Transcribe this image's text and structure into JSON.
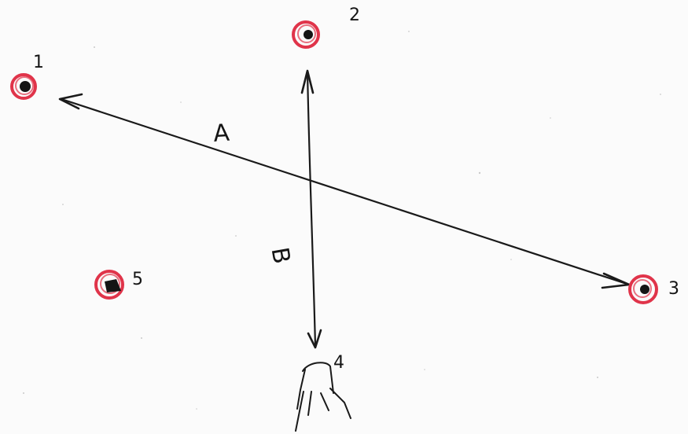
{
  "diagram": {
    "points": [
      {
        "id": "p1",
        "label": "1"
      },
      {
        "id": "p2",
        "label": "2"
      },
      {
        "id": "p3",
        "label": "3"
      },
      {
        "id": "p4",
        "label": "4"
      },
      {
        "id": "p5",
        "label": "5"
      }
    ],
    "arrows": [
      {
        "id": "A",
        "label": "A",
        "from": "1",
        "to": "3"
      },
      {
        "id": "B",
        "label": "B",
        "from": "2",
        "to": "4"
      }
    ],
    "colors": {
      "point_ring": "#e0344a",
      "point_core": "#151515",
      "ink": "#1a1a1a",
      "paper": "#fbfbfb"
    }
  }
}
